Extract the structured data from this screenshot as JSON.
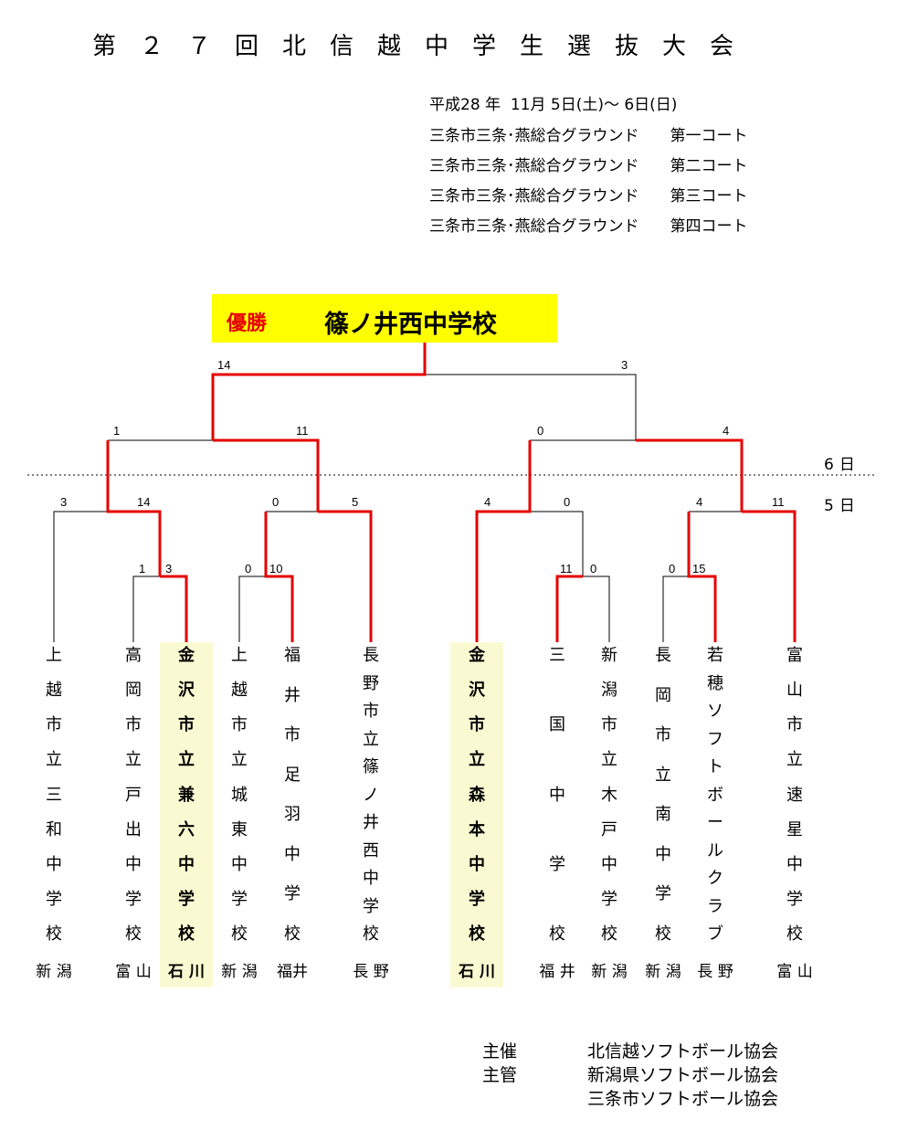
{
  "title": "第２７回北信越中学生選抜大会",
  "info": {
    "date": "平成28 年  11月 5日(土)～ 6日(日)",
    "venues": [
      "三条市三条･燕総合グラウンド　　第一コート",
      "三条市三条･燕総合グラウンド　　第二コート",
      "三条市三条･燕総合グラウンド　　第三コート",
      "三条市三条･燕総合グラウンド　　第四コート"
    ]
  },
  "champion": {
    "label": "優勝",
    "name": "篠ノ井西中学校"
  },
  "days": {
    "day6": "6日",
    "day5": "5日"
  },
  "colors": {
    "win_line": "#e60000",
    "lose_line": "#000000",
    "champ_bg": "#ffff00",
    "highlight_bg": "#fafad2"
  },
  "scores": {
    "final": [
      "14",
      "3"
    ],
    "semi_left": [
      "1",
      "11"
    ],
    "semi_right": [
      "0",
      "4"
    ],
    "qf1": [
      "3",
      "14"
    ],
    "qf2": [
      "0",
      "5"
    ],
    "qf3": [
      "4",
      "0"
    ],
    "qf4": [
      "4",
      "11"
    ],
    "r1_a": [
      "1",
      "3"
    ],
    "r1_b": [
      "0",
      "10"
    ],
    "r1_c": [
      "11",
      "0"
    ],
    "r1_d": [
      "0",
      "15"
    ]
  },
  "teams": [
    {
      "name": "上越市立三和中学校",
      "pref": "新 潟"
    },
    {
      "name": "高岡市立戸出中学校",
      "pref": "富 山"
    },
    {
      "name": "金沢市立兼六中学校",
      "pref": "石 川"
    },
    {
      "name": "上越市立城東中学校",
      "pref": "新 潟"
    },
    {
      "name": "福井市足羽中学校",
      "pref": "福井"
    },
    {
      "name": "長野市立篠ノ井西中学校",
      "pref": "長 野"
    },
    {
      "name": "金沢市立森本中学校",
      "pref": "石 川"
    },
    {
      "name": "三国中学校",
      "pref": "福 井"
    },
    {
      "name": "新潟市立木戸中学校",
      "pref": "新 潟"
    },
    {
      "name": "長岡市立南中学校",
      "pref": "新 潟"
    },
    {
      "name": "若穂ソフトボールクラブ",
      "pref": "長 野"
    },
    {
      "name": "富山市立速星中学校",
      "pref": "富 山"
    }
  ],
  "organizers": {
    "host_label": "主催",
    "host": "北信越ソフトボール協会",
    "manager_label": "主管",
    "managers": [
      "新潟県ソフトボール協会",
      "三条市ソフトボール協会"
    ]
  }
}
